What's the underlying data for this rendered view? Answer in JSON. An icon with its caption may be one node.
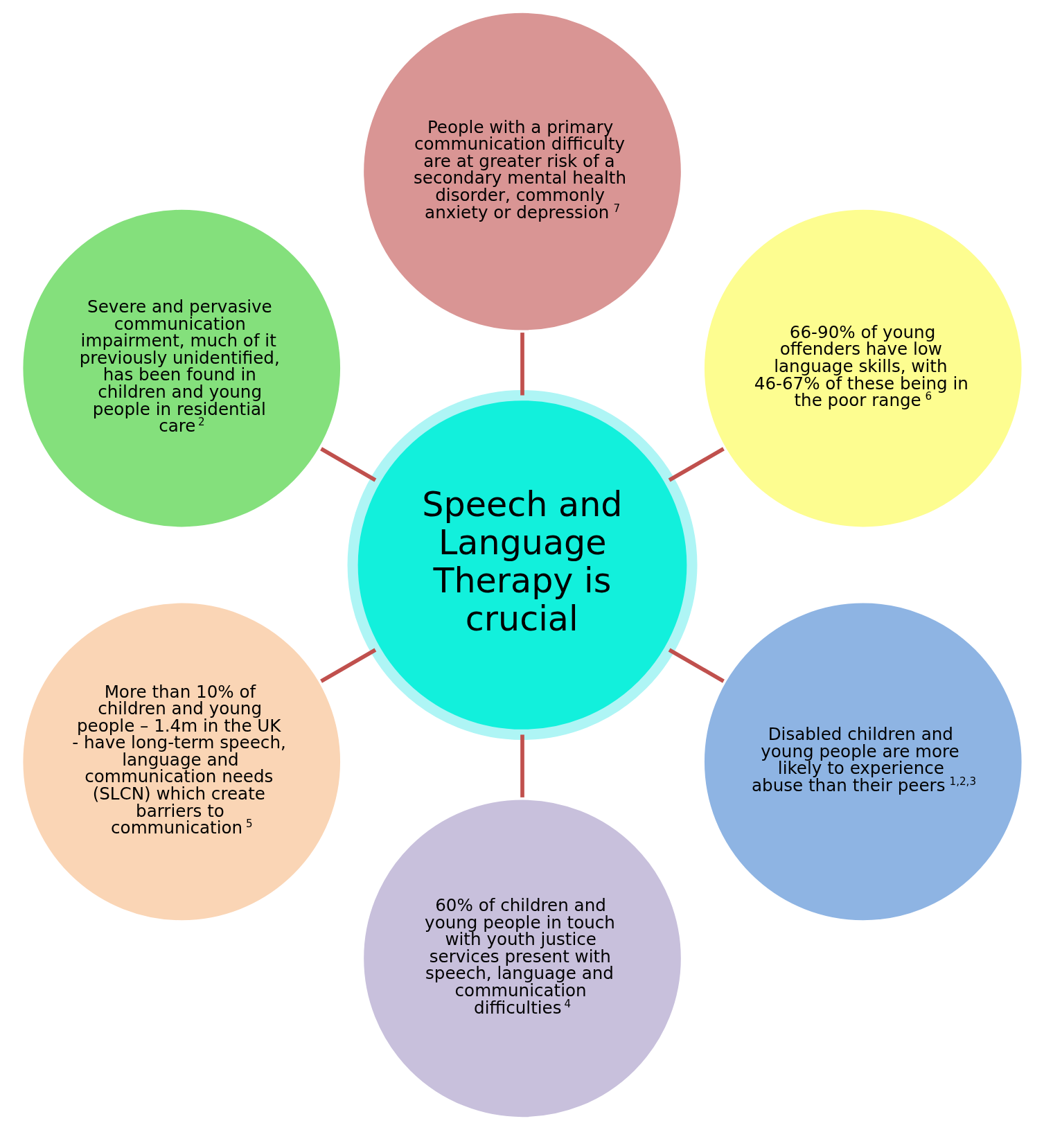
{
  "diagram": {
    "nodes": [
      {
        "text": [
          "Speech and Language Therapy is crucial"
        ]
      },
      {
        "text": [
          "66-90% of young offenders have low language skills, with 46-67% of these being in the poor range$^{6}$"
        ]
      },
      {
        "text": [
          "People with a primary communication difficulty are at greater risk of a secondary mental health disorder, commonly anxiety or depression$^{7}$"
        ]
      },
      {
        "text": [
          "Severe and pervasive communication impairment, much of it previously unidentified, has been found in children and young people in residential care$^{2}$"
        ]
      },
      {
        "text": [
          "More than 10% of children and young people – 1.4m in the UK - have long-term speech, language and communication needs (SLCN) which create barriers to communication$^{5}$"
        ]
      },
      {
        "text": [
          "60% of children and young people in touch with youth justice services present with speech, language and communication difficulties$^{4}$"
        ]
      },
      {
        "text": [
          "Disabled children and young people are more likely to experience abuse than their peers$^{1,2,3}$"
        ]
      }
    ],
    "edges": [
      {
        "from": 0,
        "to": 1,
        "arrow": "none"
      },
      {
        "from": 0,
        "to": 3,
        "arrow": "none"
      },
      {
        "from": 0,
        "to": 5,
        "arrow": "none"
      },
      {
        "from": 0,
        "to": 6,
        "arrow": "none"
      },
      {
        "from": 0,
        "to": 4,
        "arrow": "none"
      },
      {
        "from": 0,
        "to": 2,
        "arrow": "none"
      }
    ]
  }
}
